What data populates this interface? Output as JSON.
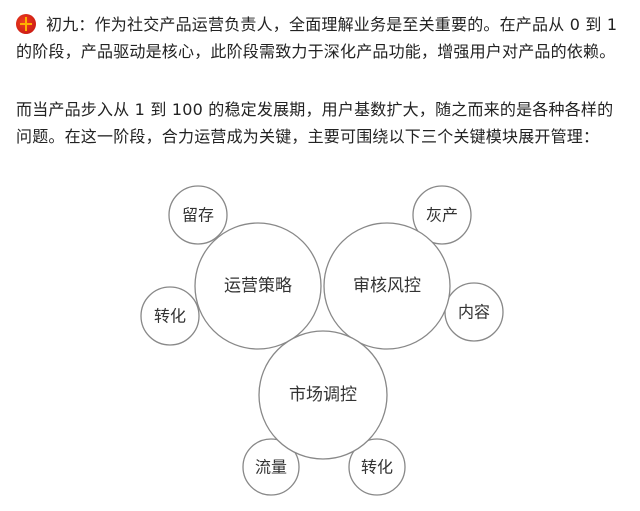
{
  "post": {
    "author": "初九",
    "p1_line1": "：作为社交产品运营负责人，全面理解业务是至关重要的。在产品从 0 到 1",
    "p1_line2": "的阶段，产品驱动是核心，此阶段需致力于深化产品功能，增强用户对产品的依赖。",
    "p2_line1": "而当产品步入从 1 到 100 的稳定发展期，用户基数扩大，随之而来的是各种各样的",
    "p2_line2": "问题。在这一阶段，合力运营成为关键，主要可围绕以下三个关键模块展开管理："
  },
  "diagram": {
    "main": [
      "运营策略",
      "审核风控",
      "市场调控"
    ],
    "sub": [
      "留存",
      "转化",
      "灰产",
      "内容",
      "流量",
      "转化"
    ]
  }
}
